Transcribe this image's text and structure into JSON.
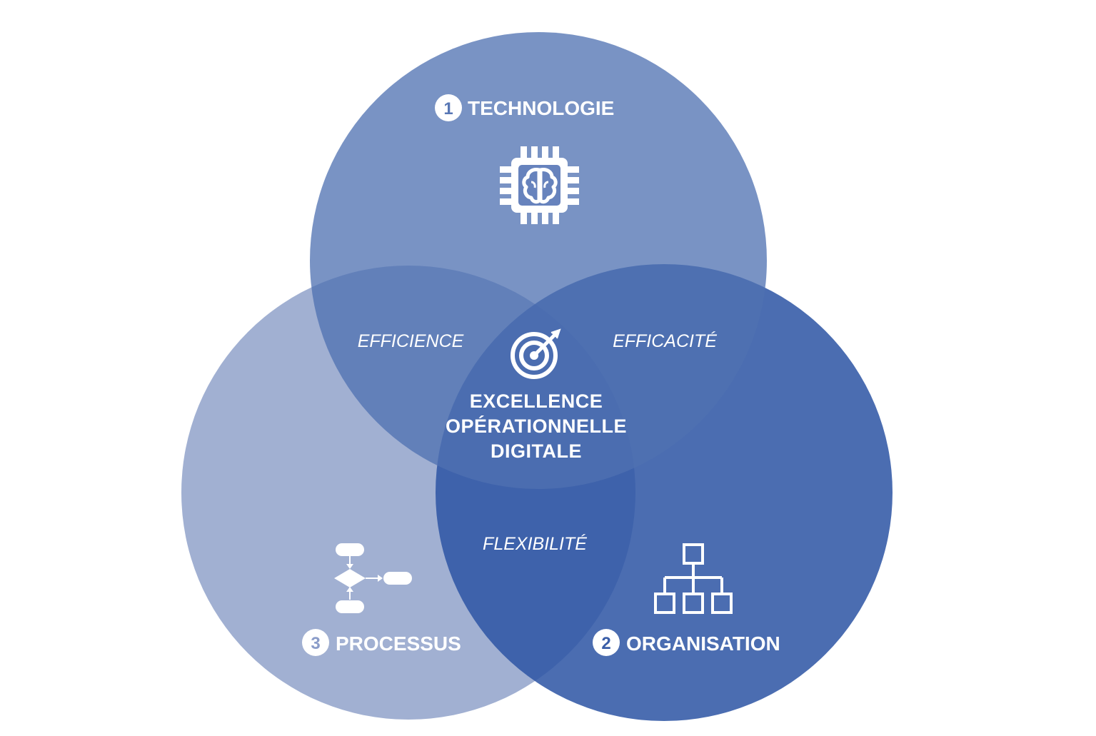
{
  "diagram": {
    "circles": [
      {
        "id": "technologie",
        "number": "1",
        "label": "TECHNOLOGIE",
        "icon": "brain-chip-icon",
        "color": "#4f71b1",
        "opacity": 0.78
      },
      {
        "id": "organisation",
        "number": "2",
        "label": "ORGANISATION",
        "icon": "org-chart-icon",
        "color": "#2d55a4",
        "opacity": 0.88
      },
      {
        "id": "processus",
        "number": "3",
        "label": "PROCESSUS",
        "icon": "flowchart-icon",
        "color": "#7d92c1",
        "opacity": 0.72
      }
    ],
    "intersections": {
      "technologie_processus": "EFFICIENCE",
      "technologie_organisation": "EFFICACITÉ",
      "processus_organisation": "FLEXIBILITÉ"
    },
    "center": {
      "icon": "target-icon",
      "lines": [
        "EXCELLENCE",
        "OPÉRATIONNELLE",
        "DIGITALE"
      ]
    },
    "colors": {
      "background": "#ffffff",
      "text": "#ffffff",
      "badge": "#ffffff"
    }
  }
}
